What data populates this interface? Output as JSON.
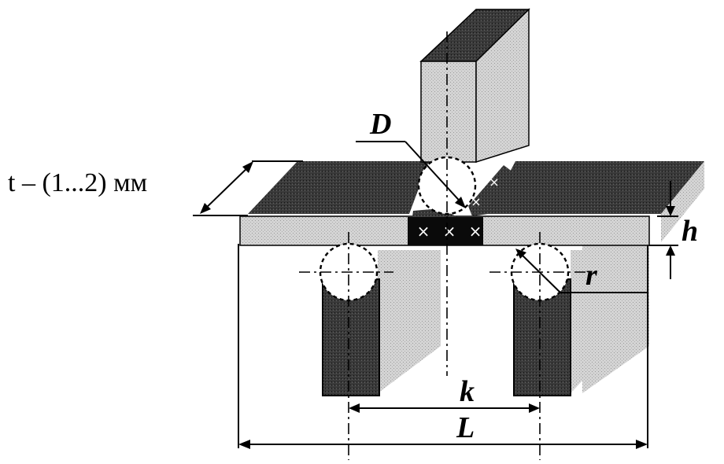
{
  "labels": {
    "thickness": "t – (1...2) мм",
    "diameter": "D",
    "height": "h",
    "radius": "r",
    "spacing": "k",
    "length": "L",
    "cross_mark": "×"
  },
  "colors": {
    "dark": "#2e2e2e",
    "mid": "#8c8c8c",
    "light": "#c9c9c9",
    "lighter": "#dedede",
    "black": "#0a0a0a"
  }
}
